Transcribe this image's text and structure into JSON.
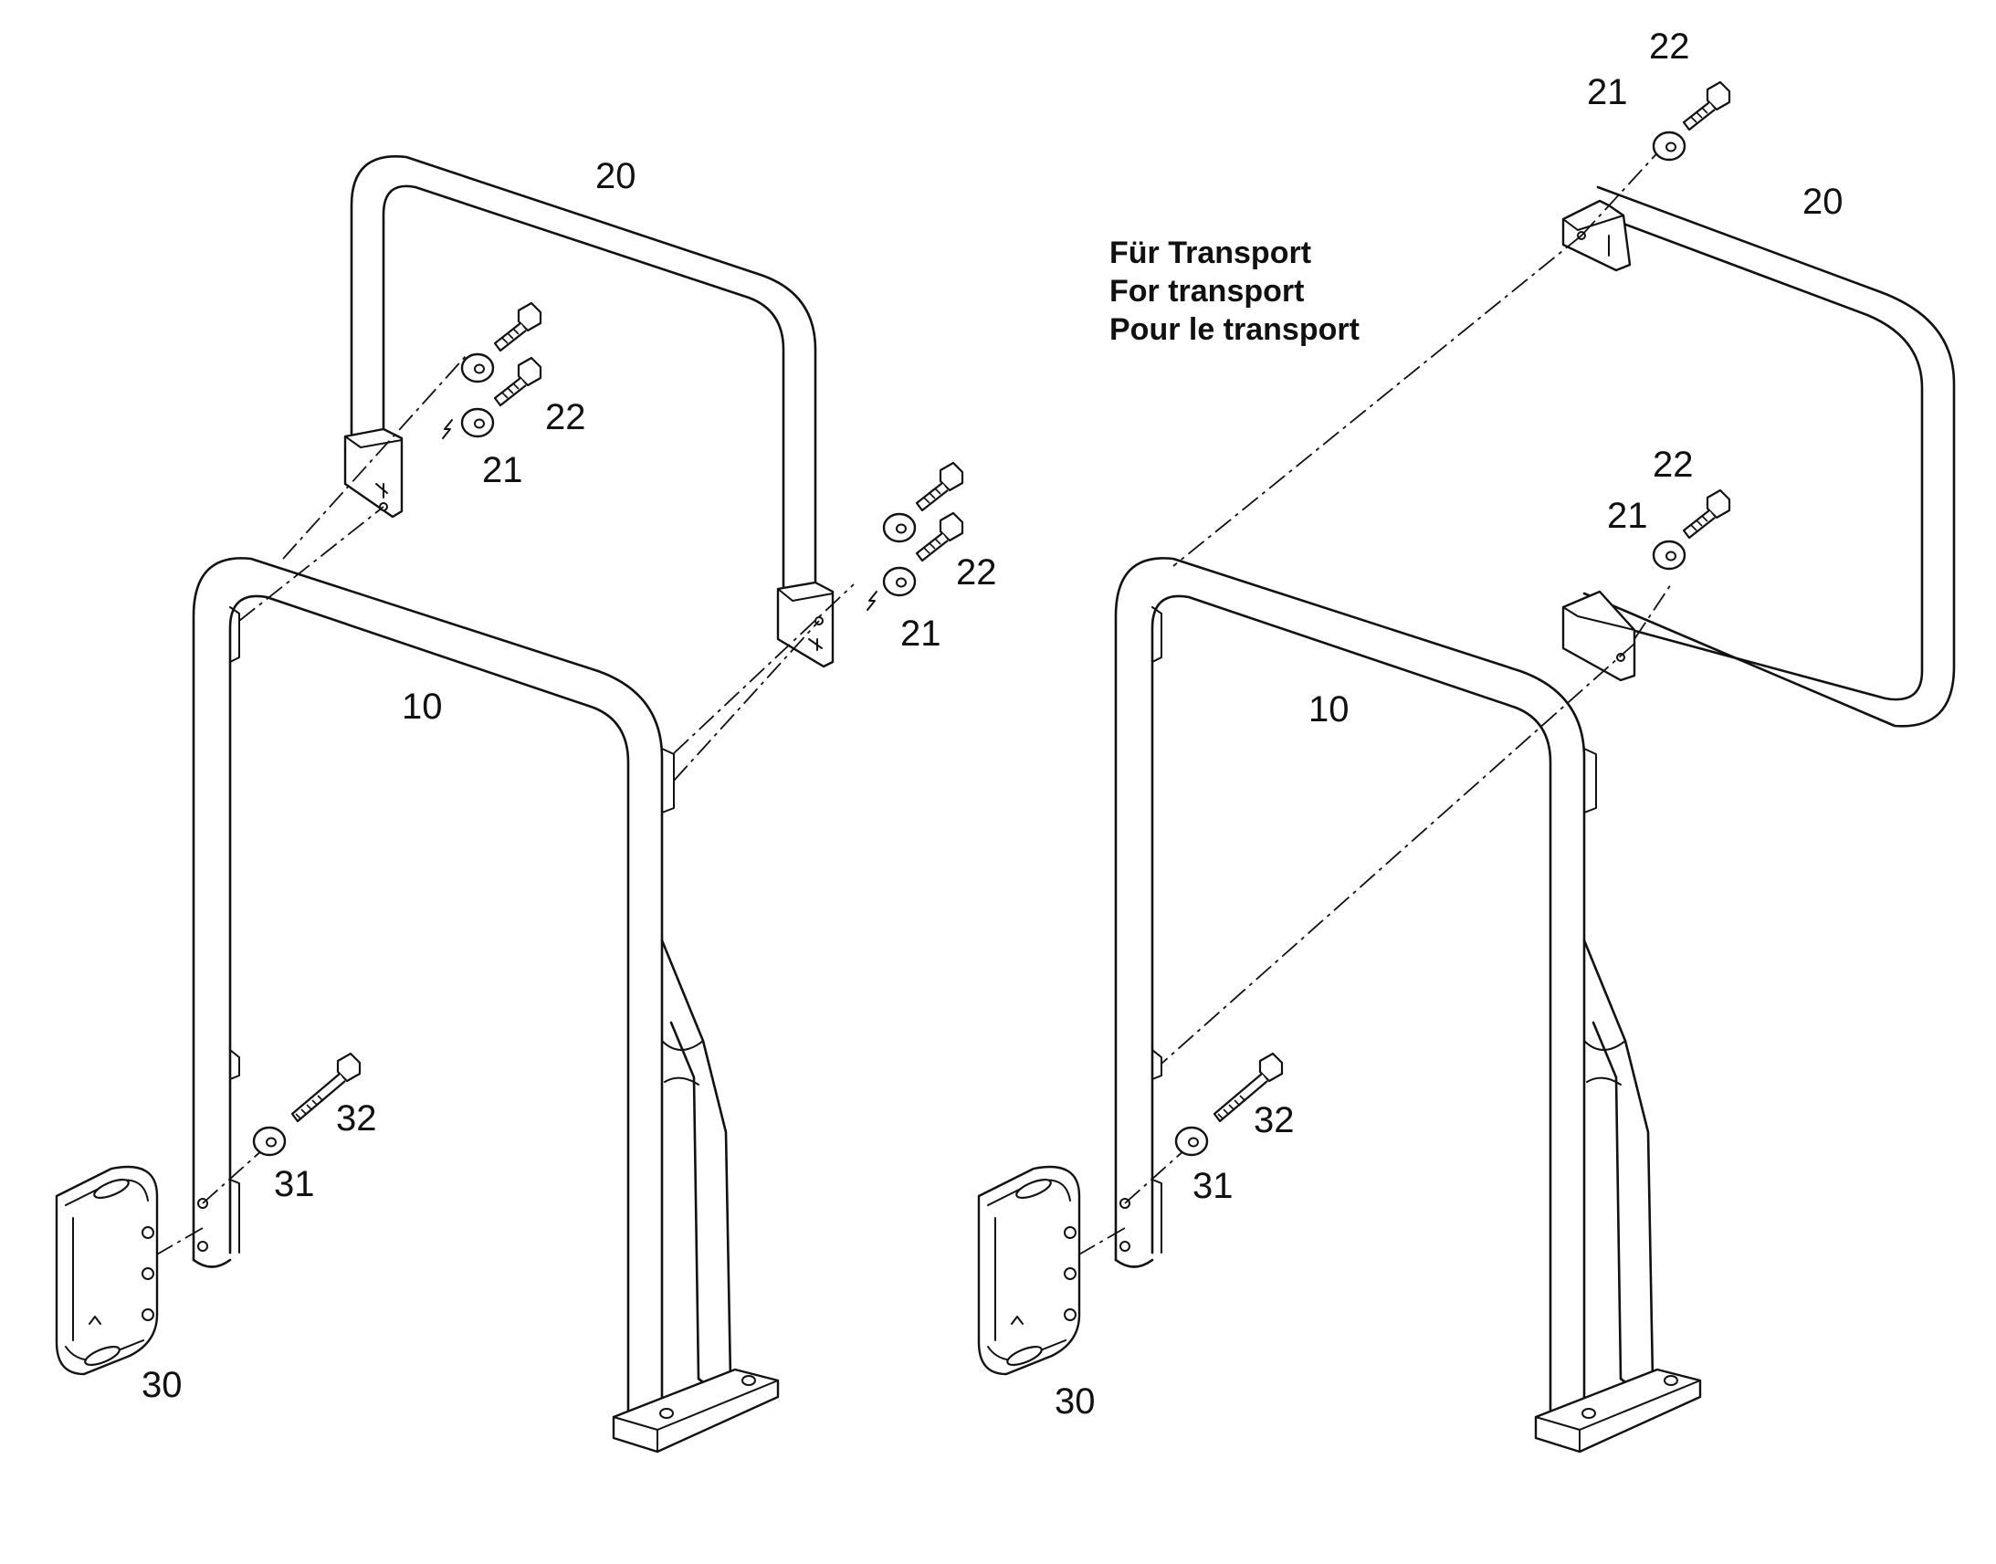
{
  "transport_note": {
    "de": "Für Transport",
    "en": "For transport",
    "fr": "Pour le transport"
  },
  "left_view": {
    "frame": "10",
    "top_frame": "20",
    "washer_upper": "21",
    "bolt_upper": "22",
    "washer_right": "21",
    "bolt_right": "22",
    "bracket": "30",
    "washer_lower": "31",
    "bolt_lower": "32"
  },
  "right_view": {
    "frame": "10",
    "top_frame": "20",
    "washer_top": "21",
    "bolt_top": "22",
    "washer_mid": "21",
    "bolt_mid": "22",
    "bracket": "30",
    "washer_lower": "31",
    "bolt_lower": "32"
  }
}
